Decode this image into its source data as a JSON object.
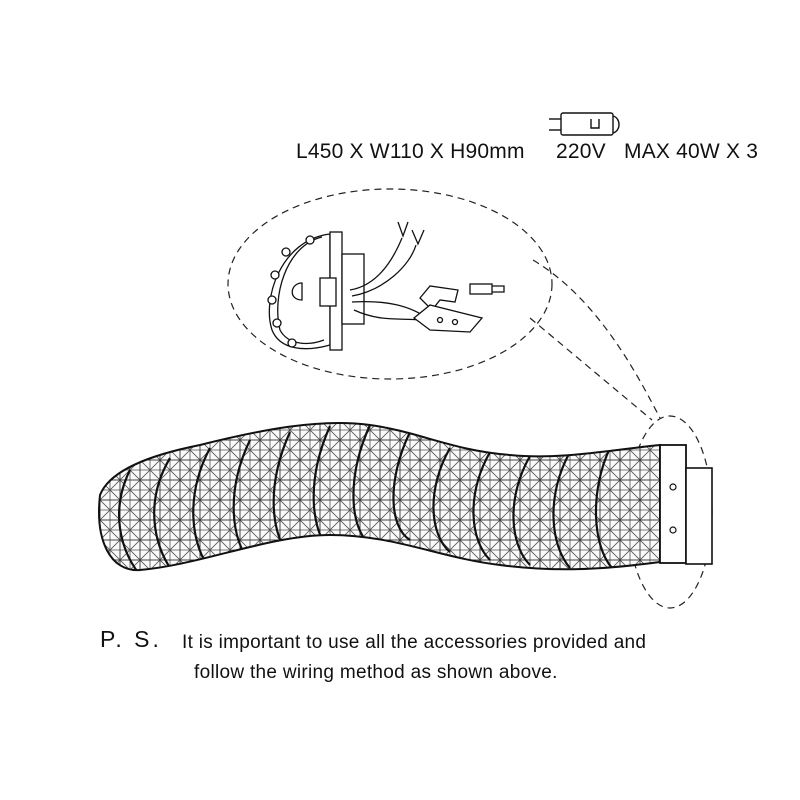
{
  "specs": {
    "dimensions": "L450 X W110 X H90mm",
    "voltage": "220V",
    "wattage": "MAX 40W X 3"
  },
  "icons": {
    "bulb": "g9-bulb-icon"
  },
  "note": {
    "prefix": "P. S.",
    "line1": "It is important to use all the accessories provided and",
    "line2": "follow the wiring method as shown above."
  }
}
